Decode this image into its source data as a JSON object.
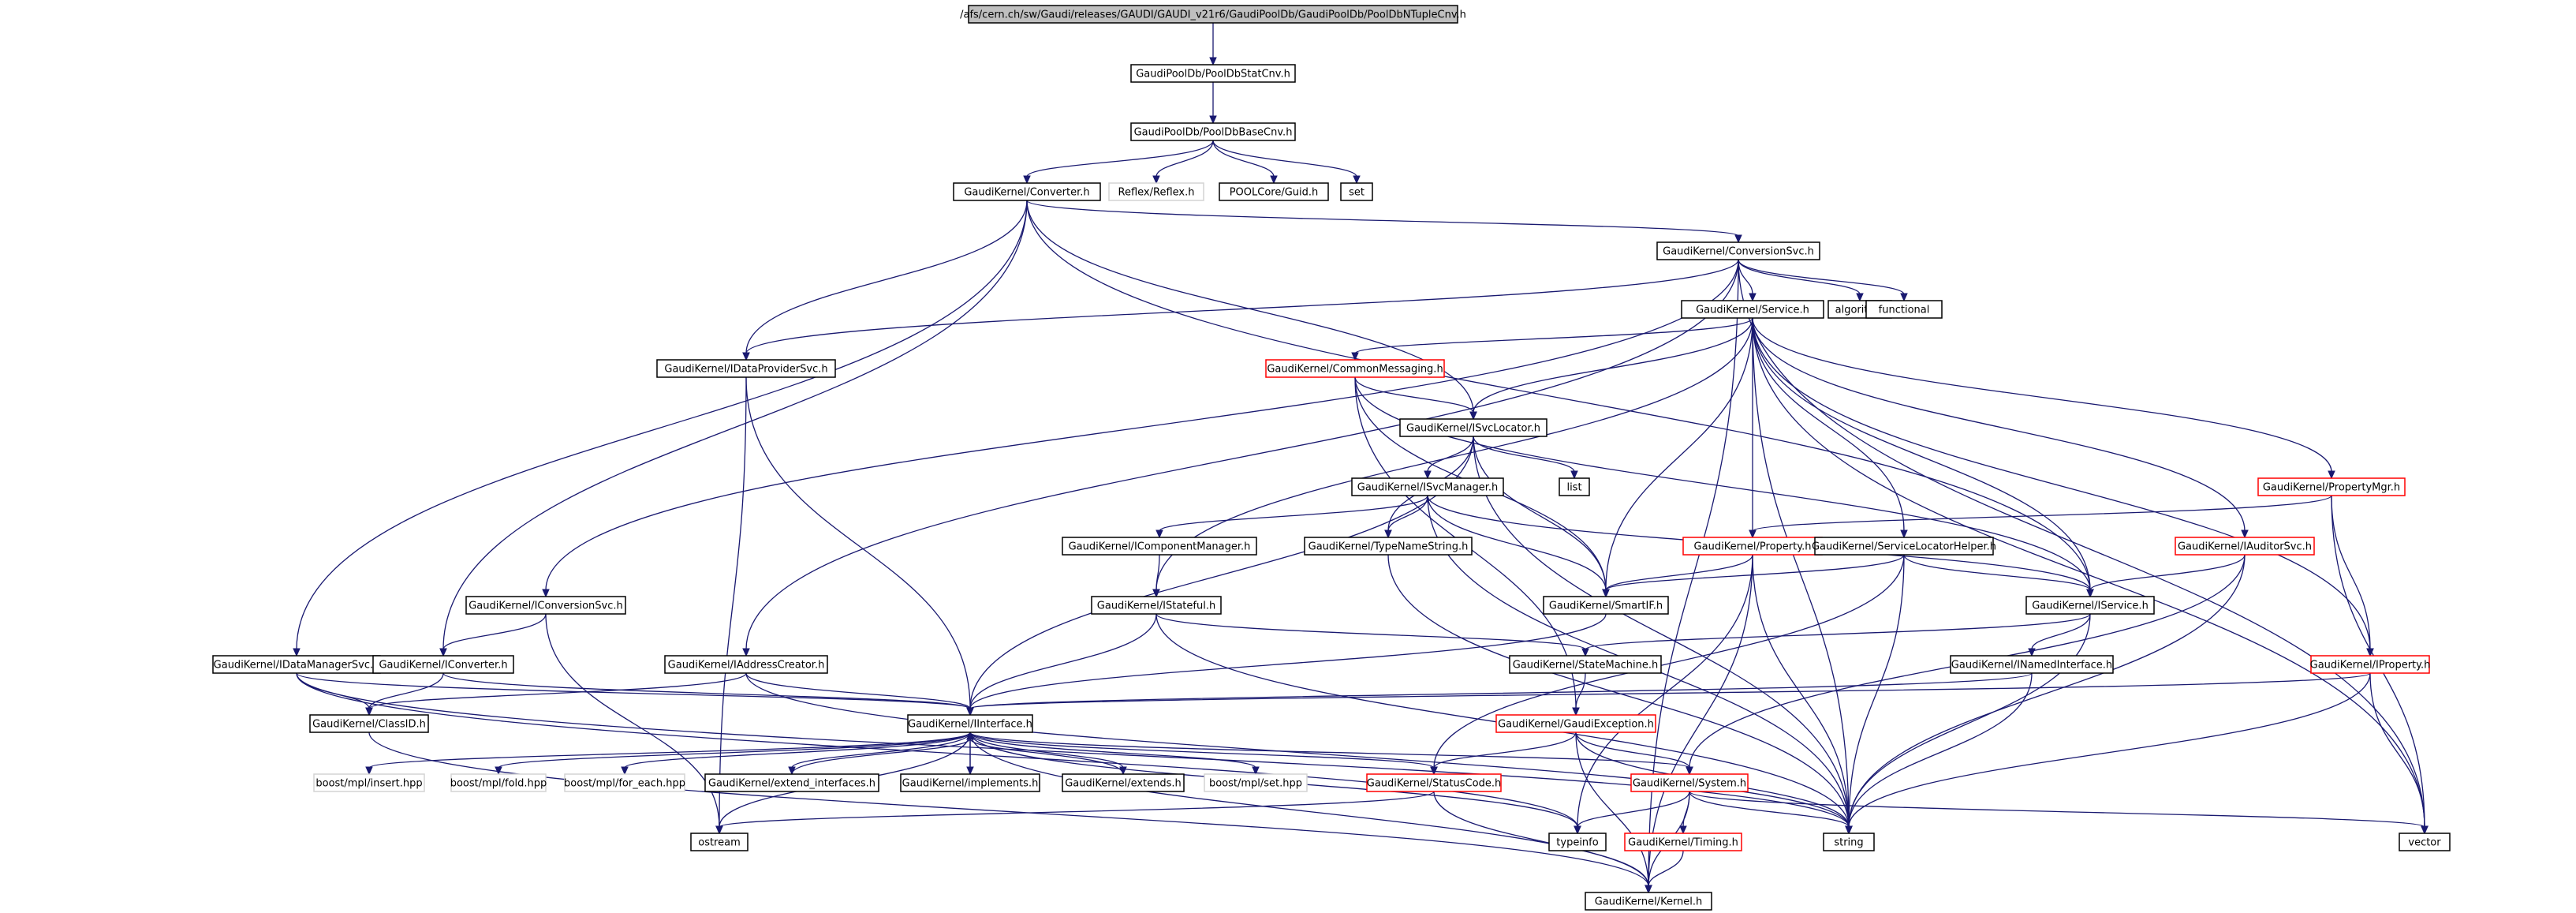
{
  "nodes": [
    {
      "id": "root",
      "label": "/afs/cern.ch/sw/Gaudi/releases/GAUDI/GAUDI_v21r6/GaudiPoolDb/GaudiPoolDb/PoolDbNTupleCnv.h",
      "style": "root"
    },
    {
      "id": "statcnv",
      "label": "GaudiPoolDb/PoolDbStatCnv.h",
      "style": "normal"
    },
    {
      "id": "basecnv",
      "label": "GaudiPoolDb/PoolDbBaseCnv.h",
      "style": "normal"
    },
    {
      "id": "converter",
      "label": "GaudiKernel/Converter.h",
      "style": "normal"
    },
    {
      "id": "reflex",
      "label": "Reflex/Reflex.h",
      "style": "ghost"
    },
    {
      "id": "guid",
      "label": "POOLCore/Guid.h",
      "style": "normal"
    },
    {
      "id": "set",
      "label": "set",
      "style": "normal"
    },
    {
      "id": "convsvc",
      "label": "GaudiKernel/ConversionSvc.h",
      "style": "normal"
    },
    {
      "id": "service",
      "label": "GaudiKernel/Service.h",
      "style": "normal"
    },
    {
      "id": "algorithm",
      "label": "algorithm",
      "style": "normal"
    },
    {
      "id": "functional",
      "label": "functional",
      "style": "normal"
    },
    {
      "id": "idataprov",
      "label": "GaudiKernel/IDataProviderSvc.h",
      "style": "normal"
    },
    {
      "id": "commonmsg",
      "label": "GaudiKernel/CommonMessaging.h",
      "style": "red"
    },
    {
      "id": "isvcloc",
      "label": "GaudiKernel/ISvcLocator.h",
      "style": "normal"
    },
    {
      "id": "list",
      "label": "list",
      "style": "normal"
    },
    {
      "id": "isvcmgr",
      "label": "GaudiKernel/ISvcManager.h",
      "style": "normal"
    },
    {
      "id": "propmgr",
      "label": "GaudiKernel/PropertyMgr.h",
      "style": "red"
    },
    {
      "id": "icompmgr",
      "label": "GaudiKernel/IComponentManager.h",
      "style": "normal"
    },
    {
      "id": "typename",
      "label": "GaudiKernel/TypeNameString.h",
      "style": "normal"
    },
    {
      "id": "property",
      "label": "GaudiKernel/Property.h",
      "style": "red"
    },
    {
      "id": "svclochelper",
      "label": "GaudiKernel/ServiceLocatorHelper.h",
      "style": "normal"
    },
    {
      "id": "iauditor",
      "label": "GaudiKernel/IAuditorSvc.h",
      "style": "red"
    },
    {
      "id": "iconvsvc",
      "label": "GaudiKernel/IConversionSvc.h",
      "style": "normal"
    },
    {
      "id": "istateful",
      "label": "GaudiKernel/IStateful.h",
      "style": "normal"
    },
    {
      "id": "smartif",
      "label": "GaudiKernel/SmartIF.h",
      "style": "normal"
    },
    {
      "id": "iservice",
      "label": "GaudiKernel/IService.h",
      "style": "normal"
    },
    {
      "id": "idatamgr",
      "label": "GaudiKernel/IDataManagerSvc.h",
      "style": "normal"
    },
    {
      "id": "iconverter",
      "label": "GaudiKernel/IConverter.h",
      "style": "normal"
    },
    {
      "id": "iaddrcreator",
      "label": "GaudiKernel/IAddressCreator.h",
      "style": "normal"
    },
    {
      "id": "statemachine",
      "label": "GaudiKernel/StateMachine.h",
      "style": "normal"
    },
    {
      "id": "inamed",
      "label": "GaudiKernel/INamedInterface.h",
      "style": "normal"
    },
    {
      "id": "iproperty",
      "label": "GaudiKernel/IProperty.h",
      "style": "red"
    },
    {
      "id": "classid",
      "label": "GaudiKernel/ClassID.h",
      "style": "normal"
    },
    {
      "id": "iinterface",
      "label": "GaudiKernel/IInterface.h",
      "style": "normal"
    },
    {
      "id": "gaudiexc",
      "label": "GaudiKernel/GaudiException.h",
      "style": "red"
    },
    {
      "id": "insert",
      "label": "boost/mpl/insert.hpp",
      "style": "ghost"
    },
    {
      "id": "fold",
      "label": "boost/mpl/fold.hpp",
      "style": "ghost"
    },
    {
      "id": "foreach",
      "label": "boost/mpl/for_each.hpp",
      "style": "ghost"
    },
    {
      "id": "extifaces",
      "label": "GaudiKernel/extend_interfaces.h",
      "style": "normal"
    },
    {
      "id": "implements",
      "label": "GaudiKernel/implements.h",
      "style": "normal"
    },
    {
      "id": "extends",
      "label": "GaudiKernel/extends.h",
      "style": "normal"
    },
    {
      "id": "mplset",
      "label": "boost/mpl/set.hpp",
      "style": "ghost"
    },
    {
      "id": "statuscode",
      "label": "GaudiKernel/StatusCode.h",
      "style": "red"
    },
    {
      "id": "system",
      "label": "GaudiKernel/System.h",
      "style": "red"
    },
    {
      "id": "ostream",
      "label": "ostream",
      "style": "normal"
    },
    {
      "id": "typeinfo",
      "label": "typeinfo",
      "style": "normal"
    },
    {
      "id": "timing",
      "label": "GaudiKernel/Timing.h",
      "style": "red"
    },
    {
      "id": "string",
      "label": "string",
      "style": "normal"
    },
    {
      "id": "vector",
      "label": "vector",
      "style": "normal"
    },
    {
      "id": "kernel",
      "label": "GaudiKernel/Kernel.h",
      "style": "normal"
    }
  ],
  "edges": [
    [
      "root",
      "statcnv"
    ],
    [
      "statcnv",
      "basecnv"
    ],
    [
      "basecnv",
      "converter"
    ],
    [
      "basecnv",
      "reflex"
    ],
    [
      "basecnv",
      "guid"
    ],
    [
      "basecnv",
      "set"
    ],
    [
      "converter",
      "convsvc"
    ],
    [
      "converter",
      "idataprov"
    ],
    [
      "converter",
      "iconverter"
    ],
    [
      "converter",
      "idatamgr"
    ],
    [
      "converter",
      "isvcloc"
    ],
    [
      "converter",
      "iservice"
    ],
    [
      "convsvc",
      "service"
    ],
    [
      "convsvc",
      "algorithm"
    ],
    [
      "convsvc",
      "functional"
    ],
    [
      "convsvc",
      "iconvsvc"
    ],
    [
      "convsvc",
      "iaddrcreator"
    ],
    [
      "convsvc",
      "idataprov"
    ],
    [
      "convsvc",
      "vector"
    ],
    [
      "convsvc",
      "kernel"
    ],
    [
      "service",
      "commonmsg"
    ],
    [
      "service",
      "isvcloc"
    ],
    [
      "service",
      "iservice"
    ],
    [
      "service",
      "property"
    ],
    [
      "service",
      "svclochelper"
    ],
    [
      "service",
      "smartif"
    ],
    [
      "service",
      "propmgr"
    ],
    [
      "service",
      "iauditor"
    ],
    [
      "service",
      "istateful"
    ],
    [
      "service",
      "iproperty"
    ],
    [
      "service",
      "vector"
    ],
    [
      "service",
      "string"
    ],
    [
      "idataprov",
      "iinterface"
    ],
    [
      "idataprov",
      "ostream"
    ],
    [
      "commonmsg",
      "isvcloc"
    ],
    [
      "commonmsg",
      "smartif"
    ],
    [
      "commonmsg",
      "iservice"
    ],
    [
      "commonmsg",
      "gaudiexc"
    ],
    [
      "isvcloc",
      "list"
    ],
    [
      "isvcloc",
      "isvcmgr"
    ],
    [
      "isvcloc",
      "typename"
    ],
    [
      "isvcloc",
      "smartif"
    ],
    [
      "isvcloc",
      "iinterface"
    ],
    [
      "isvcloc",
      "string"
    ],
    [
      "isvcmgr",
      "icompmgr"
    ],
    [
      "isvcmgr",
      "typename"
    ],
    [
      "isvcmgr",
      "smartif"
    ],
    [
      "isvcmgr",
      "iservice"
    ],
    [
      "isvcmgr",
      "string"
    ],
    [
      "propmgr",
      "property"
    ],
    [
      "propmgr",
      "iproperty"
    ],
    [
      "propmgr",
      "vector"
    ],
    [
      "icompmgr",
      "istateful"
    ],
    [
      "typename",
      "string"
    ],
    [
      "property",
      "smartif"
    ],
    [
      "property",
      "typeinfo"
    ],
    [
      "property",
      "string"
    ],
    [
      "property",
      "kernel"
    ],
    [
      "svclochelper",
      "smartif"
    ],
    [
      "svclochelper",
      "iservice"
    ],
    [
      "svclochelper",
      "statuscode"
    ],
    [
      "svclochelper",
      "string"
    ],
    [
      "iauditor",
      "iservice"
    ],
    [
      "iauditor",
      "system"
    ],
    [
      "iauditor",
      "string"
    ],
    [
      "iconvsvc",
      "iconverter"
    ],
    [
      "iconvsvc",
      "ostream"
    ],
    [
      "istateful",
      "iinterface"
    ],
    [
      "istateful",
      "statemachine"
    ],
    [
      "istateful",
      "string"
    ],
    [
      "smartif",
      "iinterface"
    ],
    [
      "iservice",
      "inamed"
    ],
    [
      "iservice",
      "statemachine"
    ],
    [
      "iservice",
      "string"
    ],
    [
      "idatamgr",
      "classid"
    ],
    [
      "idatamgr",
      "iinterface"
    ],
    [
      "idatamgr",
      "string"
    ],
    [
      "idatamgr",
      "typeinfo"
    ],
    [
      "iconverter",
      "classid"
    ],
    [
      "iconverter",
      "iinterface"
    ],
    [
      "iaddrcreator",
      "classid"
    ],
    [
      "iaddrcreator",
      "iinterface"
    ],
    [
      "iaddrcreator",
      "string"
    ],
    [
      "statemachine",
      "gaudiexc"
    ],
    [
      "inamed",
      "iinterface"
    ],
    [
      "inamed",
      "string"
    ],
    [
      "iproperty",
      "iinterface"
    ],
    [
      "iproperty",
      "string"
    ],
    [
      "iproperty",
      "vector"
    ],
    [
      "classid",
      "kernel"
    ],
    [
      "iinterface",
      "insert"
    ],
    [
      "iinterface",
      "fold"
    ],
    [
      "iinterface",
      "foreach"
    ],
    [
      "iinterface",
      "extifaces"
    ],
    [
      "iinterface",
      "implements"
    ],
    [
      "iinterface",
      "extends"
    ],
    [
      "iinterface",
      "mplset"
    ],
    [
      "iinterface",
      "statuscode"
    ],
    [
      "iinterface",
      "system"
    ],
    [
      "iinterface",
      "typeinfo"
    ],
    [
      "iinterface",
      "ostream"
    ],
    [
      "iinterface",
      "kernel"
    ],
    [
      "extifaces",
      "iinterface"
    ],
    [
      "implements",
      "iinterface"
    ],
    [
      "extends",
      "iinterface"
    ],
    [
      "gaudiexc",
      "statuscode"
    ],
    [
      "gaudiexc",
      "system"
    ],
    [
      "gaudiexc",
      "string"
    ],
    [
      "gaudiexc",
      "kernel"
    ],
    [
      "statuscode",
      "ostream"
    ],
    [
      "statuscode",
      "kernel"
    ],
    [
      "system",
      "typeinfo"
    ],
    [
      "system",
      "timing"
    ],
    [
      "system",
      "string"
    ],
    [
      "system",
      "vector"
    ],
    [
      "system",
      "kernel"
    ],
    [
      "timing",
      "kernel"
    ]
  ]
}
